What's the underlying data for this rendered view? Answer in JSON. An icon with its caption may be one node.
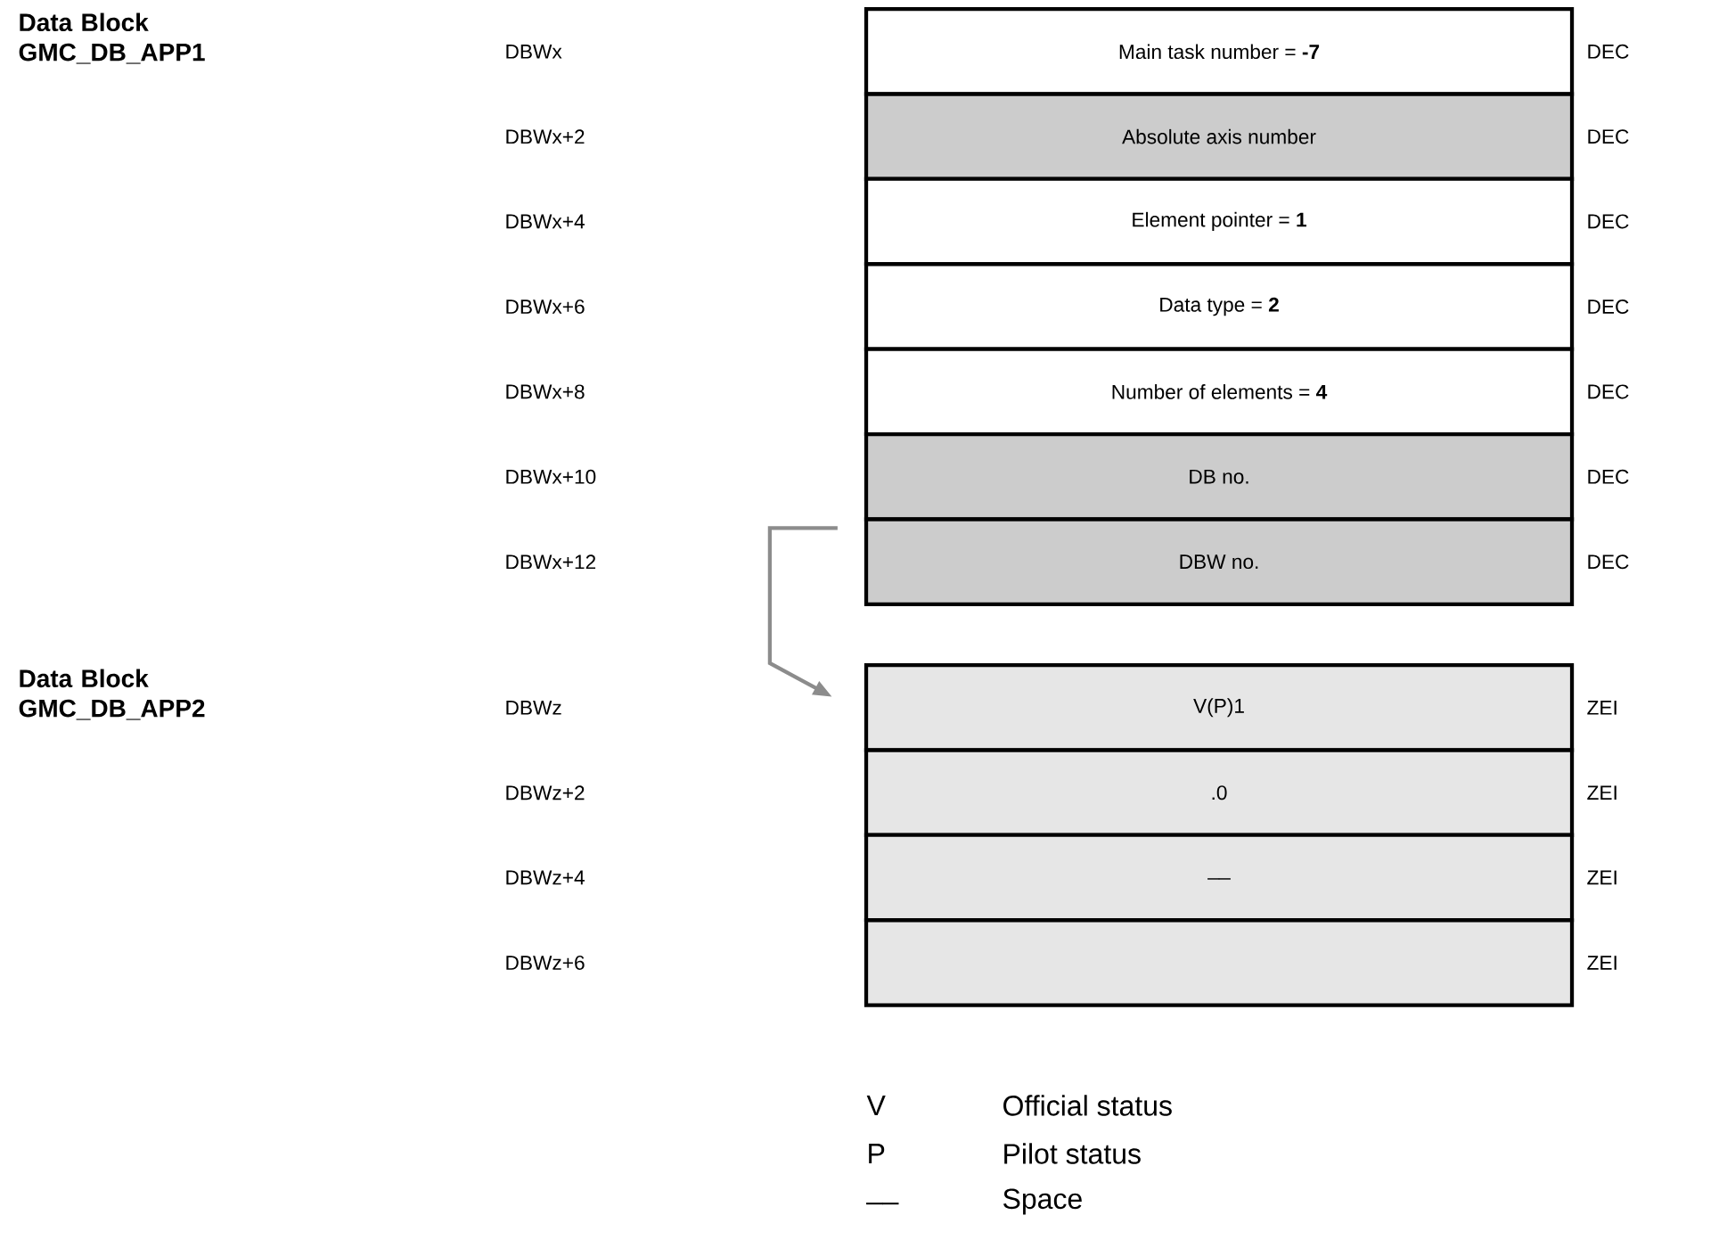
{
  "diagram": {
    "nodes": [
      {
        "text": [
          "Main task number = **-7**"
        ],
        "beside": [
          "DEC"
        ]
      },
      {
        "text": [
          "Absolute axis number"
        ],
        "beside": [
          "DEC"
        ]
      },
      {
        "text": [
          "Element pointer = **1**"
        ],
        "beside": [
          "DEC"
        ]
      },
      {
        "text": [
          "Data type = **2**"
        ],
        "beside": [
          "DEC"
        ]
      },
      {
        "text": [
          "Number of elements = **4**"
        ],
        "beside": [
          "DEC"
        ]
      },
      {
        "text": [
          "DB no."
        ],
        "beside": [
          "DEC"
        ]
      },
      {
        "text": [
          "DBW no."
        ],
        "beside": [
          "DEC"
        ]
      },
      {
        "text": [
          "V(P)1"
        ],
        "beside": [
          "ZEI"
        ]
      },
      {
        "text": [
          ".0"
        ],
        "beside": [
          "ZEI"
        ]
      },
      {
        "text": [
          "__"
        ],
        "beside": [
          "ZEI"
        ]
      },
      {
        "text": [],
        "shape": "box",
        "beside": [
          "ZEI"
        ]
      }
    ],
    "edges": [
      {
        "from": 6,
        "to": 7,
        "arrow": "to",
        "color": "#8c8c8c"
      }
    ],
    "labels": [
      "Data Block GMC_DB_APP1",
      "DBWx",
      "DBWx+2",
      "DBWx+4",
      "DBWx+6",
      "DBWx+8",
      "DBWx+10",
      "DBWx+12",
      "Data Block GMC_DB_APP2",
      "DBWz",
      "DBWz+2",
      "DBWz+4",
      "DBWz+6",
      "V",
      "Official status",
      "P",
      "Pilot status",
      "__",
      "Space"
    ]
  }
}
